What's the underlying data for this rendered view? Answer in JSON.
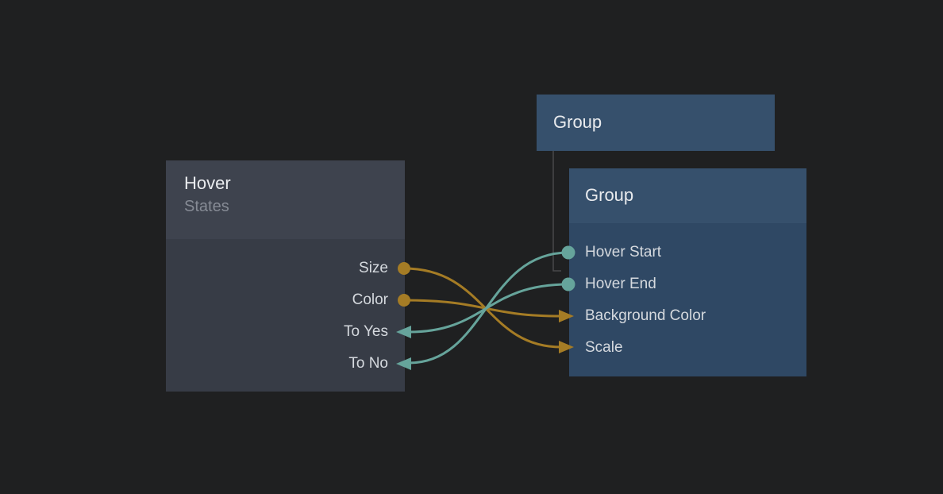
{
  "canvas": {
    "background": "#1f2021"
  },
  "colors": {
    "gold": "#a57c25",
    "teal": "#66a49b",
    "hierarchy_gray": "#48484b",
    "node_dark_header": "#3e434e",
    "node_dark_body": "#373c46",
    "node_blue_header": "#36506c",
    "node_blue_body": "#2f4864"
  },
  "nodes": {
    "hover": {
      "title": "Hover",
      "subtitle": "States",
      "ports": [
        {
          "label": "Size",
          "direction": "output",
          "color": "gold"
        },
        {
          "label": "Color",
          "direction": "output",
          "color": "gold"
        },
        {
          "label": "To Yes",
          "direction": "input",
          "color": "teal"
        },
        {
          "label": "To No",
          "direction": "input",
          "color": "teal"
        }
      ]
    },
    "group_top": {
      "title": "Group"
    },
    "group_bottom": {
      "title": "Group",
      "ports": [
        {
          "label": "Hover Start",
          "direction": "output",
          "color": "teal"
        },
        {
          "label": "Hover End",
          "direction": "output",
          "color": "teal"
        },
        {
          "label": "Background Color",
          "direction": "input",
          "color": "gold"
        },
        {
          "label": "Scale",
          "direction": "input",
          "color": "gold"
        }
      ]
    }
  },
  "connections": [
    {
      "from": "Size",
      "to": "Scale",
      "color": "gold"
    },
    {
      "from": "Color",
      "to": "Background Color",
      "color": "gold"
    },
    {
      "from": "Hover Start",
      "to": "To No",
      "color": "teal"
    },
    {
      "from": "Hover End",
      "to": "To Yes",
      "color": "teal"
    },
    {
      "from": "Group",
      "to": "Group",
      "color": "hierarchy_gray",
      "type": "hierarchy"
    }
  ]
}
